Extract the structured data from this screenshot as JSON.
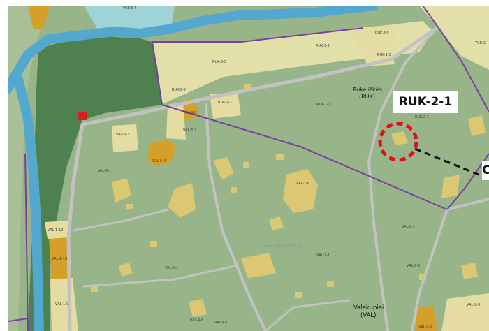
{
  "map": {
    "place_rukeliskes_line1": "Rukeliškės",
    "place_rukeliskes_line2": "(RUK)",
    "place_valakupiai_line1": "Valakupiai",
    "place_valakupiai_line2": "(VAL)",
    "area_watermark": "VALAKAMPIAI",
    "callout_label": "RUK-2-1",
    "callout_trailing_text": "C",
    "zone_labels": {
      "ver_5_5": "VER-5-5",
      "ruk_3_5": "RUK-3-5",
      "ruk_3_2": "RUK-3-2",
      "ruk_1_3": "RUK-1-3",
      "tur_2": "TUR-2",
      "ruk_3_3": "RUK-3-3",
      "ruk_5_3": "RUK-5-3",
      "ruk_1_2": "RUK-1-2",
      "ruk_1_1": "RUK-1-1",
      "ruk_2_1": "RUK-2-1",
      "val_6_8": "VAL-6-8",
      "val_6_7": "VAL-6-7",
      "val_6_3": "VAL-6-3",
      "val_6_4": "VAL-6-4",
      "val_6_1": "VAL-6-1",
      "val_7_6": "VAL-7-6",
      "val_1_12": "VAL-1-12",
      "val_1_10": "VAL-1-10",
      "val_5_1": "VAL-5-1",
      "val_7_1": "VAL-7-1",
      "val_8_1": "VAL-8-1",
      "val_8_2": "VAL-8-2",
      "val_1_9": "VAL-1-9",
      "val_4_8": "VAL-4-8",
      "val_4_1": "VAL-4-1",
      "val_9_5": "VAL-9-5",
      "val_9_6": "VAL-9-6"
    },
    "colors": {
      "base_green": "#98b58a",
      "forest": "#4f8050",
      "residential_yellow": "#e4dca0",
      "building_yellow": "#dcc873",
      "orange_plot": "#d4a02a",
      "river": "#53a8d0",
      "boundary": "#7a3fa0",
      "road": "#c2c2c2",
      "marker_red": "#d81e1e"
    }
  }
}
